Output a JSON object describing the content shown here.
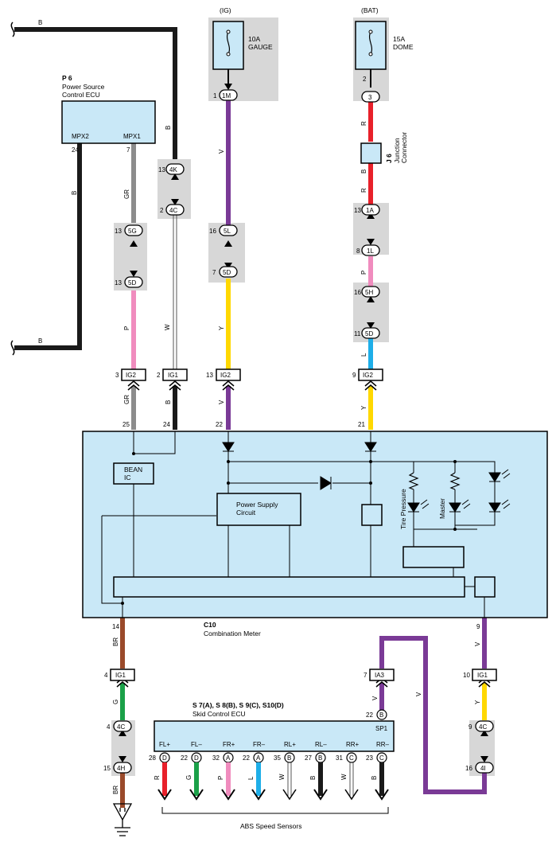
{
  "sources": {
    "ig": {
      "label": "(IG)",
      "fuse_amp": "10A",
      "fuse_name": "GAUGE"
    },
    "bat": {
      "label": "(BAT)",
      "fuse_amp": "15A",
      "fuse_name": "DOME"
    }
  },
  "ecu_p6": {
    "code": "P 6",
    "name_line1": "Power Source",
    "name_line2": "Control ECU",
    "pin_mpx2": "MPX2",
    "pin_mpx1": "MPX1"
  },
  "junction_j6": {
    "code": "J 6",
    "name_line1": "Junction",
    "name_line2": "Connector"
  },
  "meter_c10": {
    "code": "C10",
    "name": "Combination Meter",
    "bean_line1": "BEAN",
    "bean_line2": "IC",
    "psu_line1": "Power Supply",
    "psu_line2": "Circuit",
    "tire_label": "Tire Pressure",
    "master_label": "Master"
  },
  "skid_ecu": {
    "code": "S 7(A), S 8(B), S 9(C), S10(D)",
    "name": "Skid Control ECU",
    "sp1": "SP1"
  },
  "abs_label": "ABS Speed Sensors",
  "connectors": {
    "k4": "4K",
    "c4": "4C",
    "m1": "1M",
    "l5": "5L",
    "d5": "5D",
    "g5": "5G",
    "n3": "3",
    "a1": "1A",
    "l1": "1L",
    "h5": "5H",
    "ig2": "IG2",
    "ig1": "IG1",
    "ia3": "IA3",
    "h4": "4H",
    "i4": "4I",
    "B": "B",
    "A": "A",
    "C": "C",
    "D": "D"
  },
  "pins": {
    "p24": "24",
    "p7": "7",
    "p13": "13",
    "p2": "2",
    "p1": "1",
    "p16": "16",
    "p8": "8",
    "p11": "11",
    "p3": "3",
    "p9": "9",
    "p25": "25",
    "p22": "22",
    "p21": "21",
    "p14": "14",
    "p4": "4",
    "p15": "15",
    "p10": "10",
    "p28": "28",
    "p32": "32",
    "p35": "35",
    "p27": "27",
    "p31": "31",
    "p23": "23"
  },
  "sensor_pins": [
    "FL+",
    "FL–",
    "FR+",
    "FR–",
    "RL+",
    "RL–",
    "RR+",
    "RR–"
  ],
  "wire_colors": {
    "B": "B",
    "GR": "GR",
    "W": "W",
    "V": "V",
    "R": "R",
    "P": "P",
    "Y": "Y",
    "L": "L",
    "BR": "BR",
    "G": "G"
  },
  "colors": {
    "black": "#1a1a1a",
    "gray": "#8c8c8c",
    "pink": "#f08cbe",
    "violet": "#7a3a96",
    "yellow": "#ffd800",
    "red": "#e8202a",
    "blue": "#1eaee8",
    "brown": "#9a4a2a",
    "green": "#1aa048",
    "panel": "#c9e8f7",
    "shade": "#d7d7d7"
  }
}
